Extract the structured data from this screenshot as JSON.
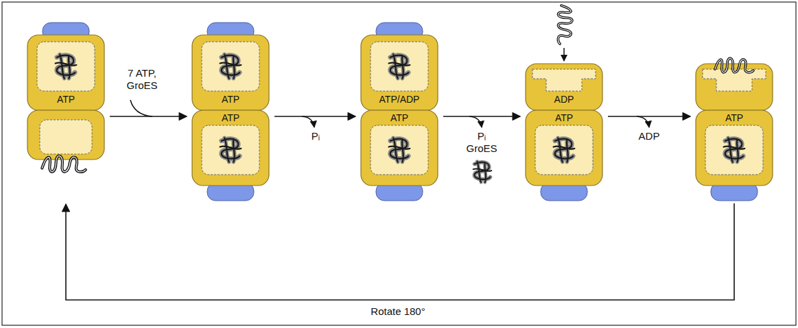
{
  "diagram": {
    "nodes": [
      {
        "text": [
          "ATP"
        ]
      },
      {
        "text": [
          "ATP",
          "ATP"
        ]
      },
      {
        "text": [
          "ATP/ADP",
          "ATP"
        ]
      },
      {
        "text": [
          "ADP",
          "ATP"
        ]
      },
      {
        "text": [
          "ATP"
        ]
      }
    ],
    "edges": [
      {
        "from": 0,
        "to": 1,
        "arrow": "to",
        "label": "7 ATP, GroES"
      },
      {
        "from": 1,
        "to": 2,
        "arrow": "to",
        "label": "Pᵢ"
      },
      {
        "from": 2,
        "to": 3,
        "arrow": "to",
        "label": "Pᵢ GroES"
      },
      {
        "from": 3,
        "to": 4,
        "arrow": "to",
        "label": "ADP"
      },
      {
        "from": 4,
        "to": 0,
        "arrow": "to",
        "label": "Rotate 180°"
      }
    ]
  }
}
